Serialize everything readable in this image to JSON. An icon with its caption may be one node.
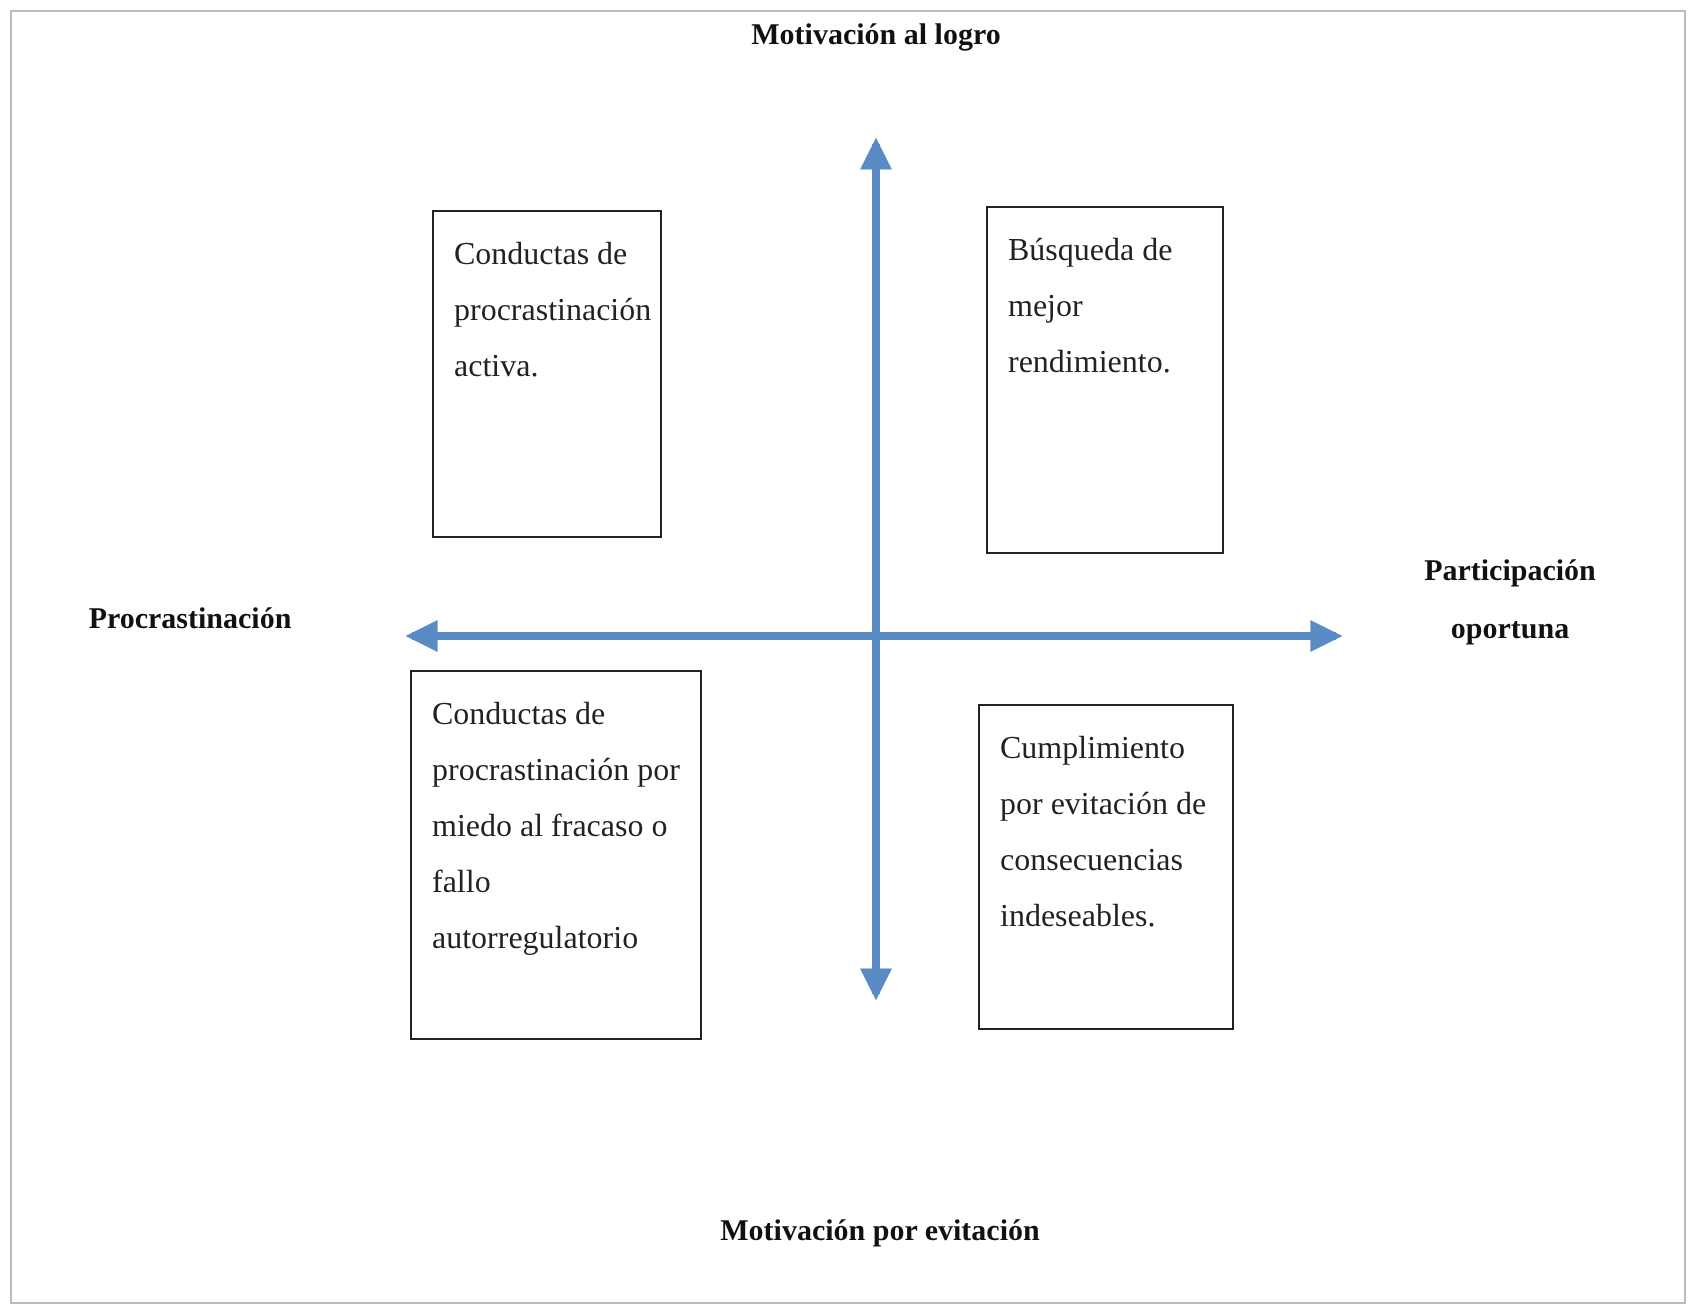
{
  "diagram": {
    "nodes": [
      {
        "text": [
          "Conductas de procrastinación activa."
        ]
      },
      {
        "text": [
          "Búsqueda de mejor rendimiento."
        ]
      },
      {
        "text": [
          "Conductas de procrastinación por miedo al fracaso o fallo autorregulatorio"
        ]
      },
      {
        "text": [
          "Cumplimiento por evitación de consecuencias indeseables."
        ]
      }
    ],
    "edges": [],
    "labels": [
      "Motivación al logro",
      "Procrastinación",
      "Participación oportuna",
      "Motivación por evitación"
    ]
  }
}
